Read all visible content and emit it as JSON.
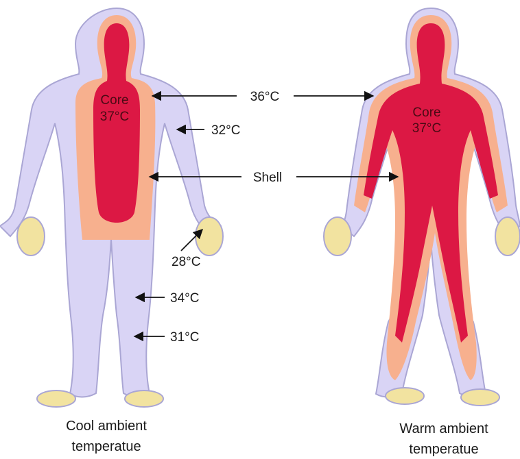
{
  "colors": {
    "skin_shell": "#d9d4f5",
    "skin_outline": "#aaa6d4",
    "intermediate": "#f7b08e",
    "core": "#dc1844",
    "hands_feet": "#f2e3a0"
  },
  "left_figure": {
    "core_label": "Core",
    "core_temp": "37°C",
    "caption_line1": "Cool ambient",
    "caption_line2": "temperatue"
  },
  "right_figure": {
    "core_label": "Core",
    "core_temp": "37°C",
    "caption_line1": "Warm ambient",
    "caption_line2": "temperatue"
  },
  "labels": {
    "t36": "36°C",
    "t32": "32°C",
    "shell": "Shell",
    "t28": "28°C",
    "t34": "34°C",
    "t31": "31°C"
  }
}
